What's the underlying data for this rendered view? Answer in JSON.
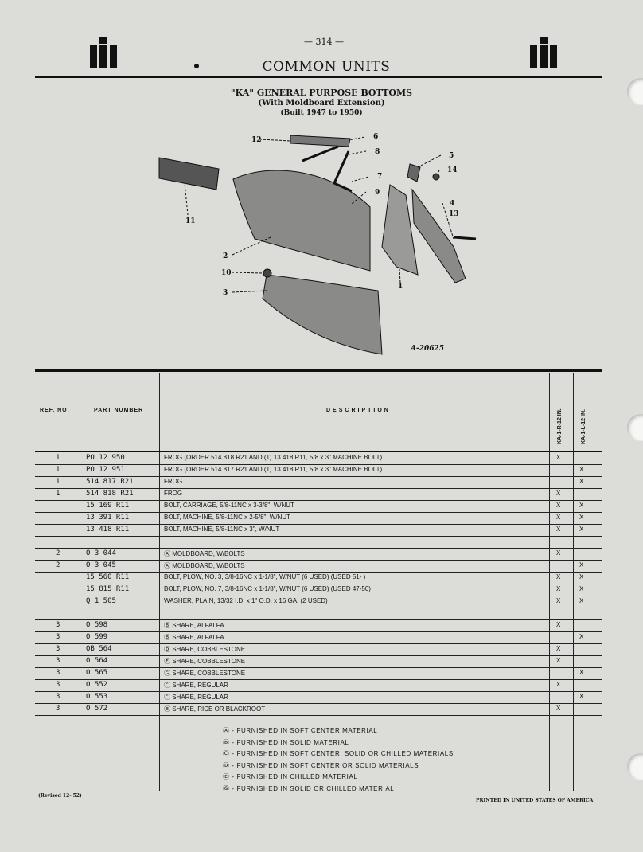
{
  "header": {
    "page_number": "— 314 —",
    "title": "COMMON UNITS",
    "subtitle": "\"KA\" GENERAL PURPOSE BOTTOMS",
    "subtitle2": "(With Moldboard Extension)",
    "subtitle3": "(Built 1947 to 1950)"
  },
  "illustration": {
    "callouts": [
      "12",
      "6",
      "8",
      "5",
      "14",
      "7",
      "9",
      "4",
      "13",
      "11",
      "2",
      "10",
      "1",
      "3"
    ],
    "figure_id": "A-20625"
  },
  "table": {
    "headers": {
      "ref_no": "REF. NO.",
      "part_number": "PART NUMBER",
      "description": "DESCRIPTION",
      "col_a": "KA-1-R-12 IN.",
      "col_b": "KA-1-L-12 IN."
    },
    "rows": [
      {
        "ref": "1",
        "part": "PO 12 950",
        "desc": "FROG (ORDER 514 818 R21 AND (1) 13 418 R11, 5/8 x 3\" MACHINE BOLT)",
        "a": "X",
        "b": ""
      },
      {
        "ref": "1",
        "part": "PO 12 951",
        "desc": "FROG (ORDER 514 817 R21 AND (1) 13 418 R11, 5/8 x 3\" MACHINE BOLT)",
        "a": "",
        "b": "X"
      },
      {
        "ref": "1",
        "part": "514 817 R21",
        "desc": "FROG",
        "a": "",
        "b": "X"
      },
      {
        "ref": "1",
        "part": "514 818 R21",
        "desc": "FROG",
        "a": "X",
        "b": ""
      },
      {
        "ref": "",
        "part": "15 169 R11",
        "desc": "BOLT, CARRIAGE, 5/8-11NC x 3-3/8\", W/NUT",
        "a": "X",
        "b": "X"
      },
      {
        "ref": "",
        "part": "13 391 R11",
        "desc": "BOLT, MACHINE, 5/8-11NC x 2-5/8\", W/NUT",
        "a": "X",
        "b": "X"
      },
      {
        "ref": "",
        "part": "13 418 R11",
        "desc": "BOLT, MACHINE, 5/8-11NC x 3\", W/NUT",
        "a": "X",
        "b": "X"
      },
      {
        "ref": "",
        "part": "",
        "desc": "",
        "a": "",
        "b": ""
      },
      {
        "ref": "2",
        "part": "O 3 044",
        "desc": "Ⓐ MOLDBOARD, W/BOLTS",
        "a": "X",
        "b": ""
      },
      {
        "ref": "2",
        "part": "O 3 045",
        "desc": "Ⓐ MOLDBOARD, W/BOLTS",
        "a": "",
        "b": "X"
      },
      {
        "ref": "",
        "part": "15 560 R11",
        "desc": "BOLT, PLOW, NO. 3, 3/8-16NC x 1-1/8\", W/NUT (6 USED) (USED 51- )",
        "a": "X",
        "b": "X"
      },
      {
        "ref": "",
        "part": "15 815 R11",
        "desc": "BOLT, PLOW, NO. 7, 3/8-16NC x 1-1/8\", W/NUT (6 USED) (USED 47-50)",
        "a": "X",
        "b": "X"
      },
      {
        "ref": "",
        "part": "Q 1 505",
        "desc": "WASHER, PLAIN, 13/32 I.D. x 1\" O.D. x 16 GA. (2 USED)",
        "a": "X",
        "b": "X"
      },
      {
        "ref": "",
        "part": "",
        "desc": "",
        "a": "",
        "b": ""
      },
      {
        "ref": "3",
        "part": "O 598",
        "desc": "Ⓑ SHARE, ALFALFA",
        "a": "X",
        "b": ""
      },
      {
        "ref": "3",
        "part": "O 599",
        "desc": "Ⓑ SHARE, ALFALFA",
        "a": "",
        "b": "X"
      },
      {
        "ref": "3",
        "part": "OB 564",
        "desc": "Ⓓ SHARE, COBBLESTONE",
        "a": "X",
        "b": ""
      },
      {
        "ref": "3",
        "part": "O 564",
        "desc": "Ⓔ SHARE, COBBLESTONE",
        "a": "X",
        "b": ""
      },
      {
        "ref": "3",
        "part": "O 565",
        "desc": "Ⓖ SHARE, COBBLESTONE",
        "a": "",
        "b": "X"
      },
      {
        "ref": "3",
        "part": "O 552",
        "desc": "Ⓒ SHARE, REGULAR",
        "a": "X",
        "b": ""
      },
      {
        "ref": "3",
        "part": "O 553",
        "desc": "Ⓒ SHARE, REGULAR",
        "a": "",
        "b": "X"
      },
      {
        "ref": "3",
        "part": "O 572",
        "desc": "Ⓑ SHARE, RICE OR BLACKROOT",
        "a": "X",
        "b": ""
      }
    ]
  },
  "legend": [
    "Ⓐ - FURNISHED IN SOFT CENTER MATERIAL",
    "Ⓑ - FURNISHED IN SOLID MATERIAL",
    "Ⓒ - FURNISHED IN SOFT CENTER, SOLID OR CHILLED MATERIALS",
    "Ⓓ - FURNISHED IN SOFT CENTER OR SOLID MATERIALS",
    "Ⓔ - FURNISHED IN CHILLED MATERIAL",
    "Ⓖ - FURNISHED IN SOLID OR CHILLED MATERIAL"
  ],
  "footer": {
    "revised": "(Revised 12-'52)",
    "printed": "PRINTED IN UNITED STATES OF AMERICA"
  }
}
